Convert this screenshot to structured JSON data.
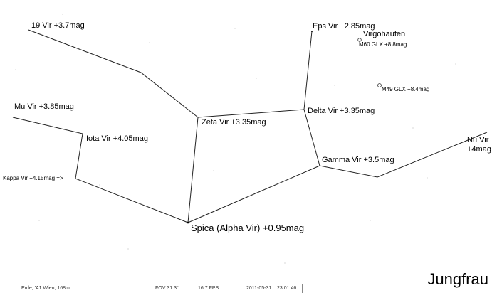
{
  "labels": {
    "vir19": "19 Vir +3.7mag",
    "mu": "Mu Vir +3.85mag",
    "iota": "Iota Vir +4.05mag",
    "kappa": "Kappa Vir +4.15mag =>",
    "zeta": "Zeta Vir +3.35mag",
    "eps": "Eps Vir +2.85mag",
    "virgohaufen": "Virgohaufen",
    "m60": "M60 GLX +8.8mag",
    "m49": "M49 GLX +8.4mag",
    "delta": "Delta Vir +3.35mag",
    "gamma": "Gamma Vir +3.5mag",
    "nu_line1": "Nu Vir",
    "nu_line2": "+4mag",
    "spica": "Spica (Alpha Vir) +0.95mag"
  },
  "title": "Jungfrau",
  "status": {
    "location": "Erde, 'A1 Wien, 168m",
    "fov": "FOV 31.3°",
    "fps": "16.7 FPS",
    "date": "2011-05-31",
    "time": "23:01:46"
  },
  "colors": {
    "background": "#ffffff",
    "lines": "#222222",
    "text": "#000000"
  }
}
